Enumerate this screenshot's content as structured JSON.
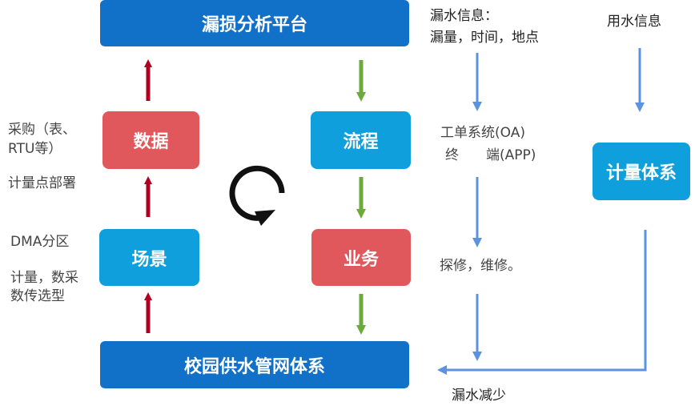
{
  "platform_label": "漏损分析平台",
  "system_label": "校园供水管网体系",
  "boxes": {
    "data": "数据",
    "scene": "场景",
    "process": "流程",
    "business": "业务",
    "metering_system": "计量体系"
  },
  "left_notes": {
    "procurement_line1": "采购（表、",
    "procurement_line2": "RTU等）",
    "metering_points": "计量点部署",
    "dma": "DMA分区",
    "selection_line1": "计量，数采",
    "selection_line2": "数传选型"
  },
  "right_notes": {
    "leak_info_line1": "漏水信息：",
    "leak_info_line2": "漏量，时间，地点",
    "water_use_info": "用水信息",
    "workorder_line1": "工单系统(OA)",
    "workorder_line2": "终　　端(APP)",
    "repair": "探修，维修。",
    "leak_reduction": "漏水减少"
  },
  "colors": {
    "dark_blue": "#1170c8",
    "cyan": "#0e9fdc",
    "red_box": "#e0585c",
    "red_arrow": "#b00020",
    "green_arrow": "#6aab3c",
    "blue_arrow": "#5b93e0"
  }
}
